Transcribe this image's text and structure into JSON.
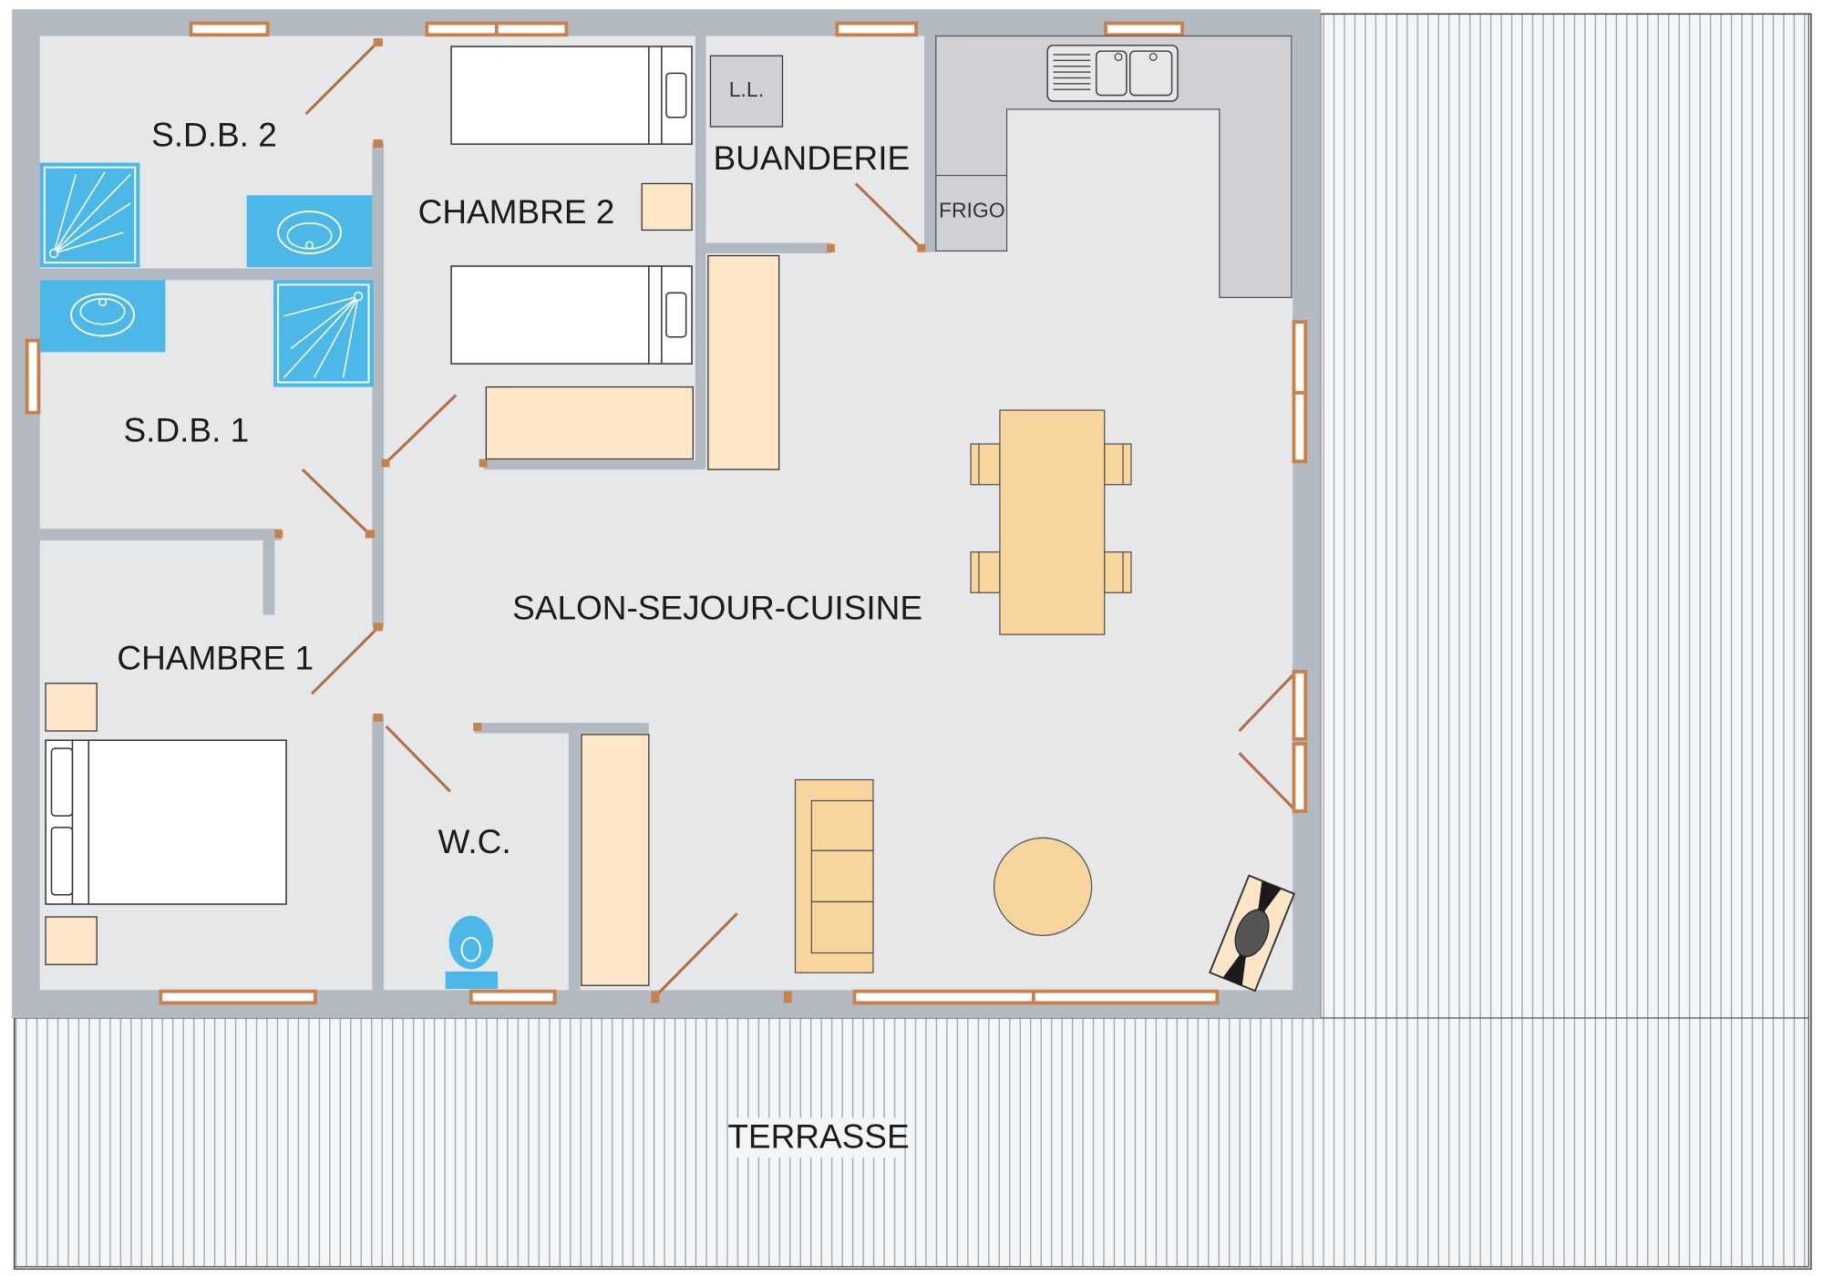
{
  "labels": {
    "sdb2": "S.D.B. 2",
    "chambre2": "CHAMBRE 2",
    "buanderie": "BUANDERIE",
    "ll": "L.L.",
    "frigo": "FRIGO",
    "sdb1": "S.D.B. 1",
    "chambre1": "CHAMBRE 1",
    "salon": "SALON-SEJOUR-CUISINE",
    "wc": "W.C.",
    "terrasse": "TERRASSE"
  },
  "colors": {
    "wall": "#b3b9c0",
    "floor": "#e6e7e9",
    "terrace": "#f4f5f6",
    "wood": "#c8814a",
    "bathroom_blue": "#4cb8e8",
    "furniture_light": "#fde6c7",
    "furniture_mid": "#f7d59c",
    "counter": "#cfd1d4"
  }
}
